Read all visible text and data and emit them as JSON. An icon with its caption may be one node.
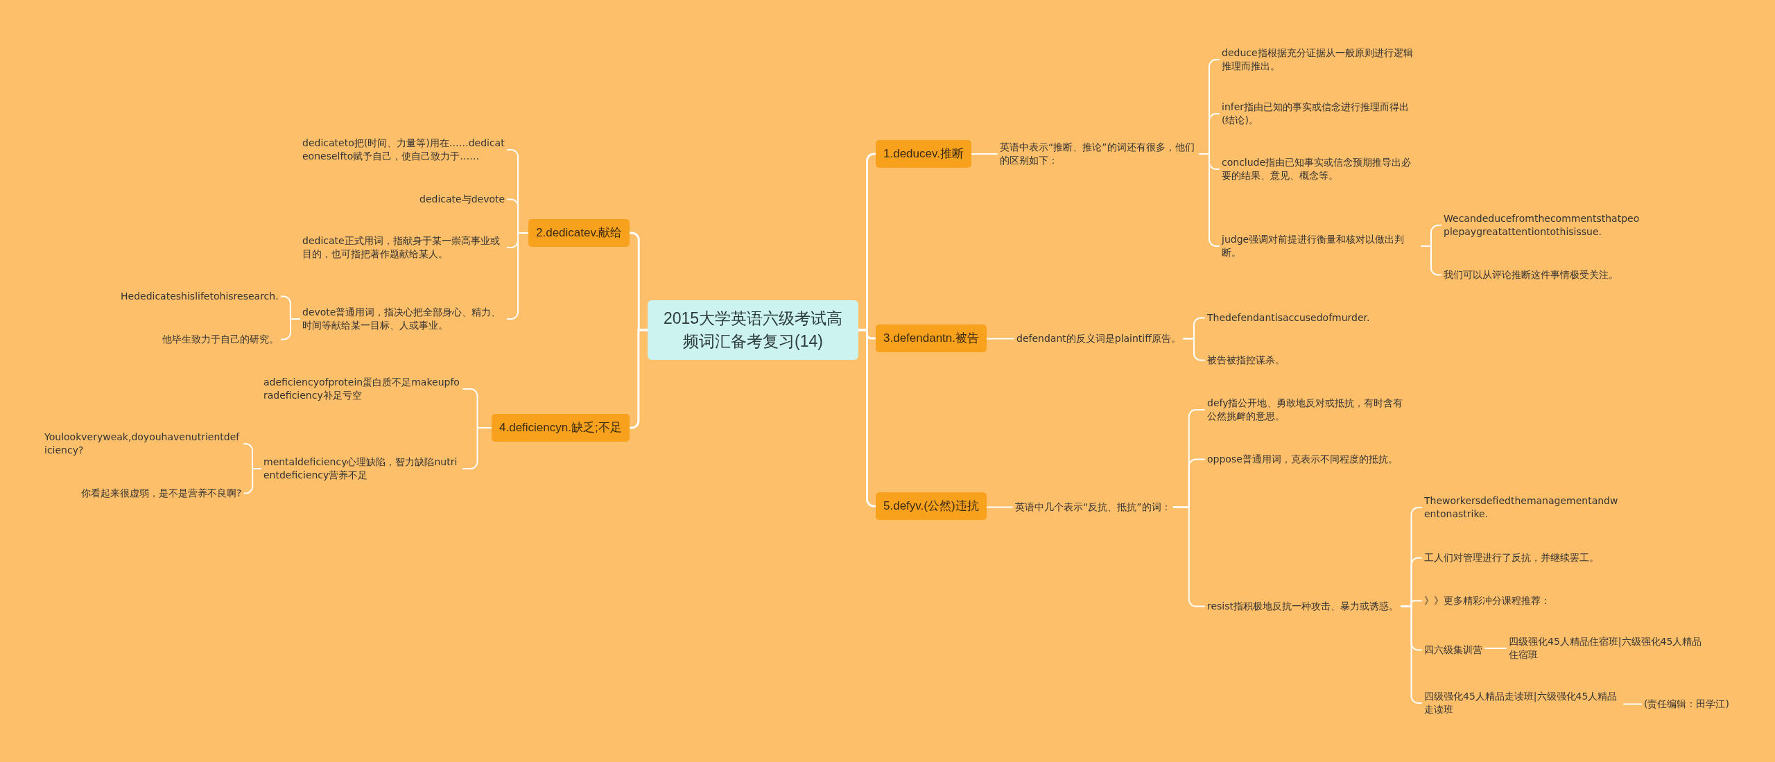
{
  "diagram": {
    "nodes": [
      {
        "text": [
          "2015大学英语六级考试高频词汇备考复习(14)"
        ]
      },
      {
        "text": [
          "1.deducev.推断"
        ]
      },
      {
        "text": [
          "英语中表示“推断、推论”的词还有很多，他们的区别如下："
        ]
      },
      {
        "text": [
          "deduce指根据充分证据从一般原则进行逻辑推理而推出。"
        ]
      },
      {
        "text": [
          "infer指由已知的事实或信念进行推理而得出(结论)。"
        ]
      },
      {
        "text": [
          "conclude指由已知事实或信念预期推导出必要的结果、意见、概念等。"
        ]
      },
      {
        "text": [
          "judge强调对前提进行衡量和核对以做出判断。"
        ]
      },
      {
        "text": [
          "Wecandeducefromthecommentsthatpeoplepaygreatattentiontothisissue."
        ]
      },
      {
        "text": [
          "我们可以从评论推断这件事情极受关注。"
        ]
      },
      {
        "text": [
          "2.dedicatev.献给"
        ]
      },
      {
        "text": [
          "dedicateto把(时间、力量等)用在……dedicateoneselfto赋予自己，使自己致力于……"
        ]
      },
      {
        "text": [
          "dedicate与devote"
        ]
      },
      {
        "text": [
          "dedicate正式用词，指献身于某一崇高事业或目的，也可指把著作题献给某人。"
        ]
      },
      {
        "text": [
          "devote普通用词，指决心把全部身心、精力、时间等献给某一目标、人或事业。"
        ]
      },
      {
        "text": [
          "Hededicateshislifetohisresearch."
        ]
      },
      {
        "text": [
          "他毕生致力于自己的研究。"
        ]
      },
      {
        "text": [
          "3.defendantn.被告"
        ]
      },
      {
        "text": [
          "defendant的反义词是plaintiff原告。"
        ]
      },
      {
        "text": [
          "Thedefendantisaccusedofmurder."
        ]
      },
      {
        "text": [
          "被告被指控谋杀。"
        ]
      },
      {
        "text": [
          "4.deficiencyn.缺乏;不足"
        ]
      },
      {
        "text": [
          "adeficiencyofprotein蛋白质不足makeupforadeficiency补足亏空"
        ]
      },
      {
        "text": [
          "mentaldeficiency心理缺陷，智力缺陷nutrientdeficiency营养不足"
        ]
      },
      {
        "text": [
          "Youlookveryweak,doyouhavenutrientdeficiency?"
        ]
      },
      {
        "text": [
          "你看起来很虚弱，是不是营养不良啊?"
        ]
      },
      {
        "text": [
          "5.defyv.(公然)违抗"
        ]
      },
      {
        "text": [
          "英语中几个表示“反抗、抵抗”的词："
        ]
      },
      {
        "text": [
          "defy指公开地、勇敢地反对或抵抗，有时含有公然挑衅的意思。"
        ]
      },
      {
        "text": [
          "oppose普通用词，克表示不同程度的抵抗。"
        ]
      },
      {
        "text": [
          "resist指积极地反抗一种攻击、暴力或诱惑。"
        ]
      },
      {
        "text": [
          "Theworkersdefiedthemanagementandwentonastrike."
        ]
      },
      {
        "text": [
          "工人们对管理进行了反抗，并继续罢工。"
        ]
      },
      {
        "text": [
          "》》更多精彩冲分课程推荐："
        ]
      },
      {
        "text": [
          "四六级集训营"
        ]
      },
      {
        "text": [
          "四级强化45人精品住宿班|六级强化45人精品住宿班"
        ]
      },
      {
        "text": [
          "四级强化45人精品走读班|六级强化45人精品走读班"
        ]
      },
      {
        "text": [
          "(责任编辑：田学江)"
        ]
      }
    ],
    "edges": [
      {
        "from": 0,
        "to": 1,
        "arrow": "none"
      },
      {
        "from": 0,
        "to": 9,
        "arrow": "none"
      },
      {
        "from": 0,
        "to": 16,
        "arrow": "none"
      },
      {
        "from": 0,
        "to": 20,
        "arrow": "none"
      },
      {
        "from": 0,
        "to": 25,
        "arrow": "none"
      },
      {
        "from": 1,
        "to": 2,
        "arrow": "none"
      },
      {
        "from": 2,
        "to": 3,
        "arrow": "none"
      },
      {
        "from": 2,
        "to": 4,
        "arrow": "none"
      },
      {
        "from": 2,
        "to": 5,
        "arrow": "none"
      },
      {
        "from": 2,
        "to": 6,
        "arrow": "none"
      },
      {
        "from": 6,
        "to": 7,
        "arrow": "none"
      },
      {
        "from": 6,
        "to": 8,
        "arrow": "none"
      },
      {
        "from": 9,
        "to": 10,
        "arrow": "none"
      },
      {
        "from": 9,
        "to": 11,
        "arrow": "none"
      },
      {
        "from": 9,
        "to": 12,
        "arrow": "none"
      },
      {
        "from": 9,
        "to": 13,
        "arrow": "none"
      },
      {
        "from": 13,
        "to": 14,
        "arrow": "none"
      },
      {
        "from": 13,
        "to": 15,
        "arrow": "none"
      },
      {
        "from": 16,
        "to": 17,
        "arrow": "none"
      },
      {
        "from": 17,
        "to": 18,
        "arrow": "none"
      },
      {
        "from": 17,
        "to": 19,
        "arrow": "none"
      },
      {
        "from": 20,
        "to": 21,
        "arrow": "none"
      },
      {
        "from": 20,
        "to": 22,
        "arrow": "none"
      },
      {
        "from": 22,
        "to": 23,
        "arrow": "none"
      },
      {
        "from": 22,
        "to": 24,
        "arrow": "none"
      },
      {
        "from": 25,
        "to": 26,
        "arrow": "none"
      },
      {
        "from": 26,
        "to": 27,
        "arrow": "none"
      },
      {
        "from": 26,
        "to": 28,
        "arrow": "none"
      },
      {
        "from": 26,
        "to": 29,
        "arrow": "none"
      },
      {
        "from": 29,
        "to": 30,
        "arrow": "none"
      },
      {
        "from": 29,
        "to": 31,
        "arrow": "none"
      },
      {
        "from": 29,
        "to": 32,
        "arrow": "none"
      },
      {
        "from": 29,
        "to": 33,
        "arrow": "none"
      },
      {
        "from": 33,
        "to": 34,
        "arrow": "none"
      },
      {
        "from": 29,
        "to": 35,
        "arrow": "none"
      },
      {
        "from": 35,
        "to": 36,
        "arrow": "none"
      }
    ]
  }
}
